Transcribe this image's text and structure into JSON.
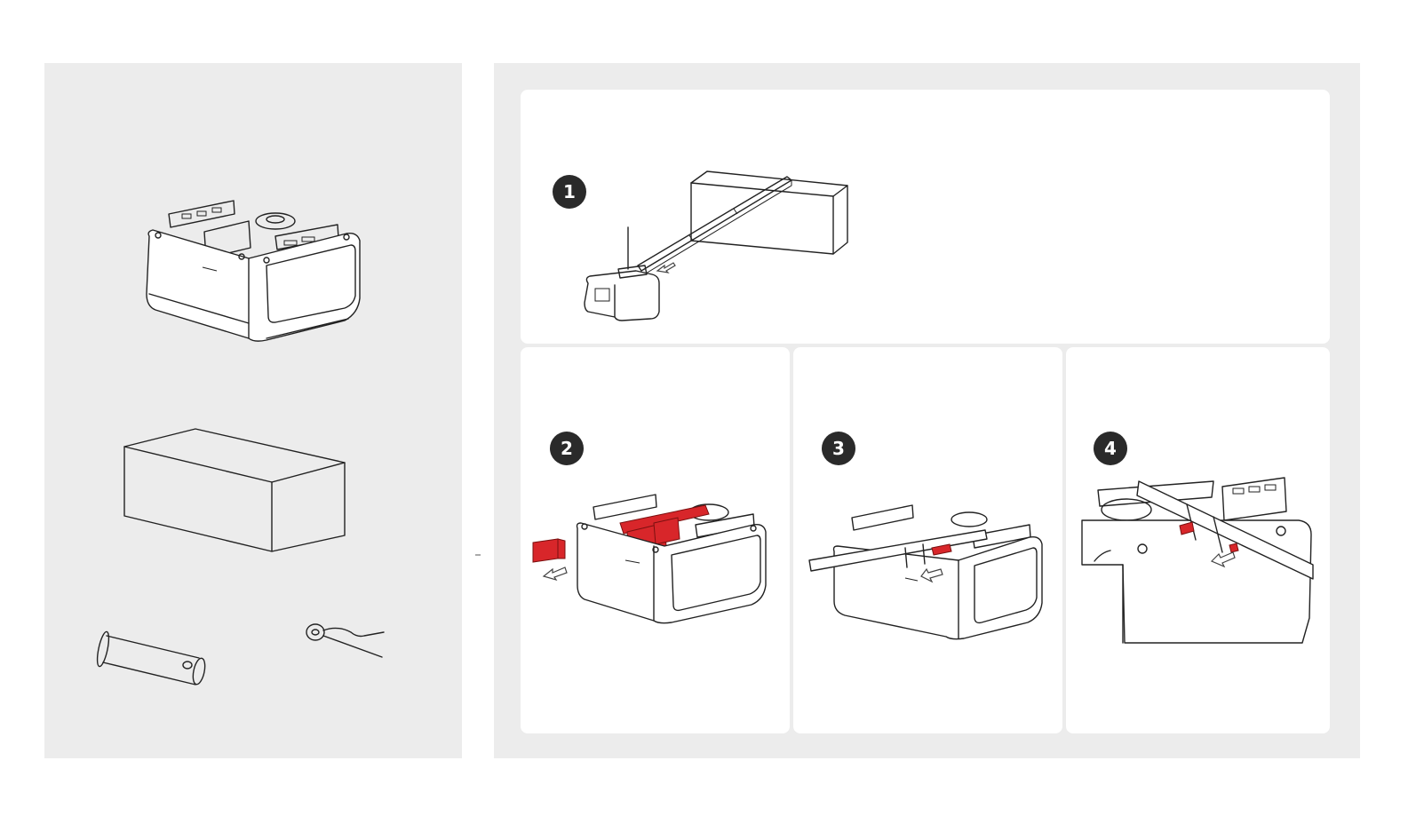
{
  "colors": {
    "panel_bg": "#ececec",
    "card_bg": "#ffffff",
    "accent_red": "#d8262a",
    "line": "#222222",
    "badge_bg": "#2a2a2a"
  },
  "parts": [
    {
      "name": "opener-motor-unit",
      "icon": "opener-motor-icon"
    },
    {
      "name": "rail-box",
      "icon": "box-icon"
    },
    {
      "name": "clevis-pin",
      "icon": "clevis-pin-icon"
    },
    {
      "name": "hitch-pin-clip",
      "icon": "hitch-pin-clip-icon"
    }
  ],
  "steps": [
    {
      "number": "1",
      "icon": "rail-slide-to-opener-icon"
    },
    {
      "number": "2",
      "icon": "rail-bracket-highlight-icon"
    },
    {
      "number": "3",
      "icon": "rail-insert-icon"
    },
    {
      "number": "4",
      "icon": "clevis-pin-insert-icon"
    }
  ]
}
